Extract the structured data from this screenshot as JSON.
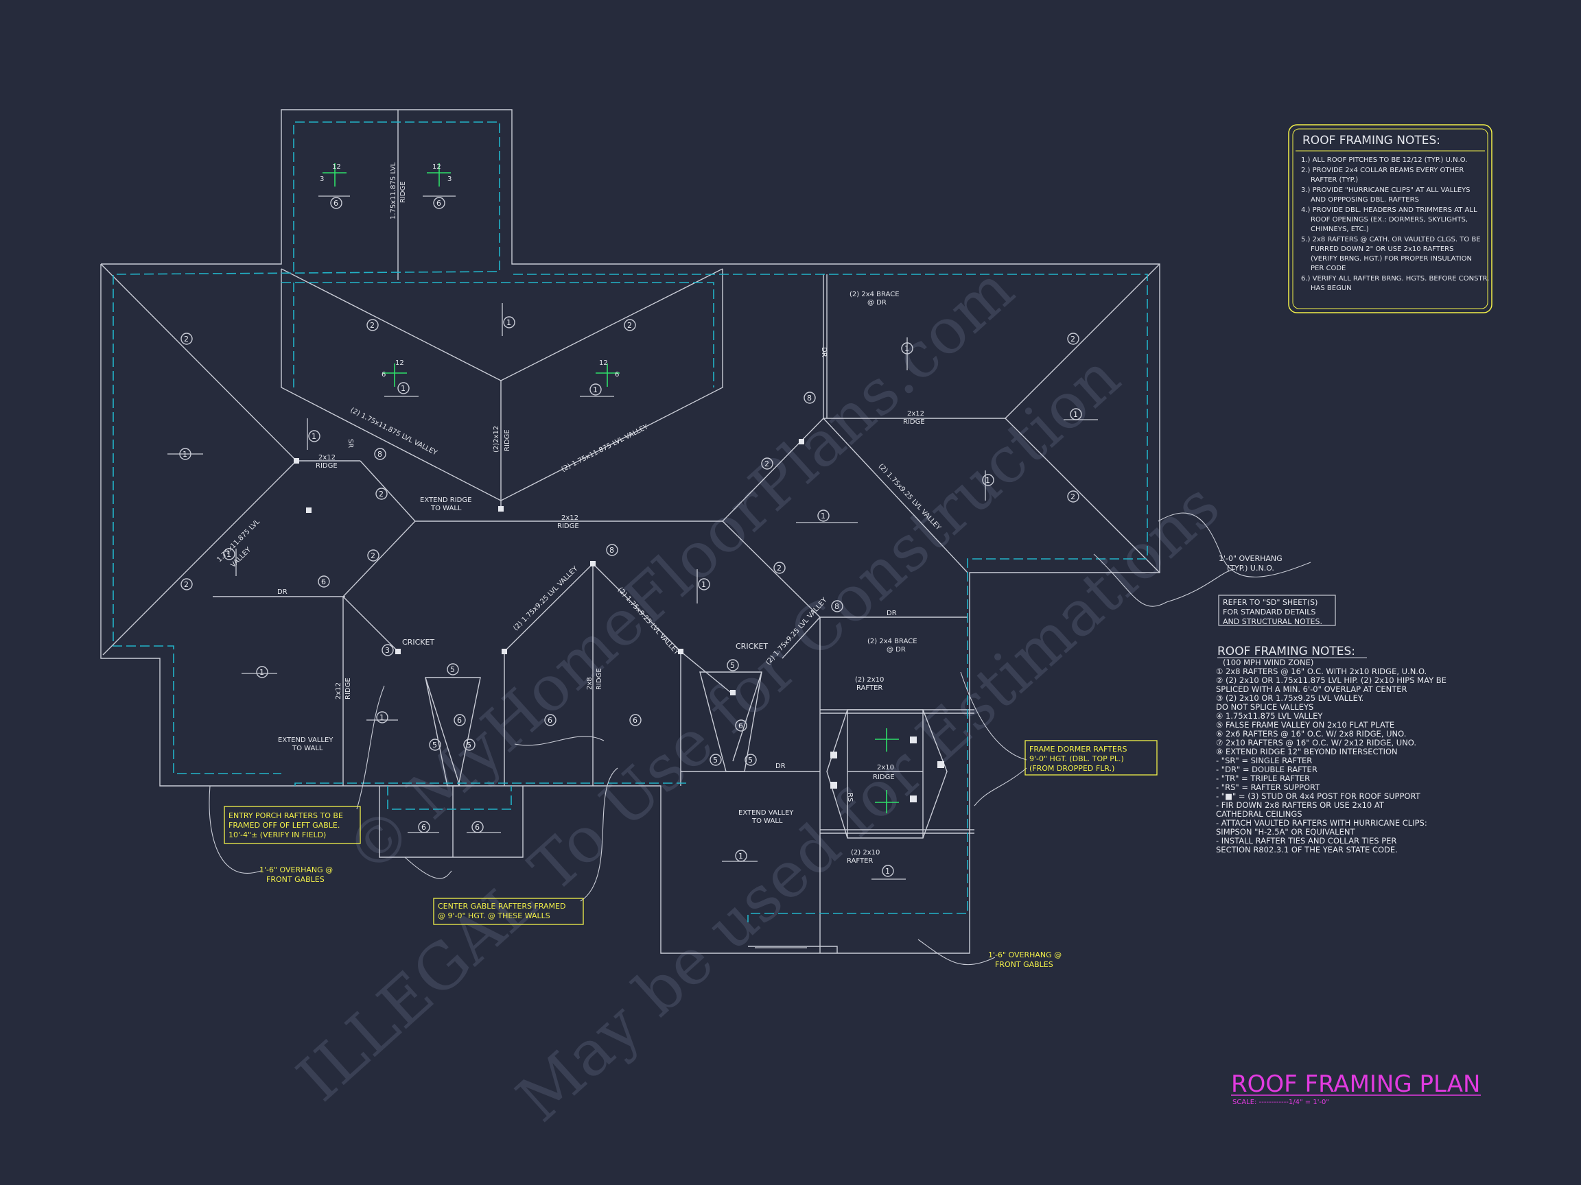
{
  "watermark": {
    "line1": "© MyHomeFloorPlans.com",
    "line2": "ILLEGAL To Use for Construction",
    "line3": "May be used for Estimations"
  },
  "plan_title": {
    "title": "ROOF FRAMING PLAN",
    "scale": "SCALE: ------------1/4\" = 1'-0\""
  },
  "top_notes": {
    "title": "ROOF FRAMING NOTES:",
    "items": [
      "1.) ALL ROOF PITCHES TO BE 12/12 (TYP.) U.N.O.",
      "2.) PROVIDE 2x4 COLLAR BEAMS EVERY OTHER",
      "RAFTER (TYP.)",
      "3.) PROVIDE \"HURRICANE CLIPS\" AT ALL VALLEYS",
      "AND OPPPOSING DBL. RAFTERS",
      "4.) PROVIDE DBL. HEADERS AND TRIMMERS AT ALL",
      "ROOF OPENINGS (EX.: DORMERS, SKYLIGHTS,",
      "CHIMNEYS, ETC.)",
      "5.) 2x8 RAFTERS @ CATH. OR VAULTED CLGS. TO BE",
      "FURRED DOWN 2\" OR USE 2x10 RAFTERS",
      "(VERIFY BRNG. HGT.) FOR PROPER INSULATION",
      "PER CODE",
      "6.) VERIFY ALL RAFTER BRNG. HGTS. BEFORE CONSTR.",
      "HAS BEGUN"
    ]
  },
  "sd_note": [
    "REFER TO \"SD\" SHEET(S)",
    "FOR STANDARD DETAILS",
    "AND STRUCTURAL NOTES."
  ],
  "legend": {
    "title": "ROOF FRAMING NOTES:",
    "subtitle": "(100 MPH WIND ZONE)",
    "items": [
      "① 2x8 RAFTERS @ 16\" O.C. WITH 2x10 RIDGE, U.N.O.",
      "② (2) 2x10 OR 1.75x11.875 LVL HIP. (2) 2x10 HIPS MAY BE",
      "    SPLICED WITH A MIN. 6'-0\" OVERLAP AT CENTER",
      "③ (2) 2x10 OR 1.75x9.25 LVL VALLEY.",
      "    DO NOT SPLICE VALLEYS",
      "④ 1.75x11.875 LVL VALLEY",
      "⑤ FALSE FRAME VALLEY ON 2x10 FLAT PLATE",
      "⑥ 2x6 RAFTERS @ 16\" O.C. W/ 2x8 RIDGE, UNO.",
      "⑦ 2x10 RAFTERS @ 16\" O.C. W/ 2x12 RIDGE, UNO.",
      "⑧ EXTEND RIDGE 12\" BEYOND INTERSECTION",
      "- \"SR\" = SINGLE RAFTER",
      "- \"DR\" = DOUBLE RAFTER",
      "- \"TR\" = TRIPLE RAFTER",
      "- \"RS\" = RAFTER SUPPORT",
      "- \"■\" = (3) STUD OR 4x4 POST FOR ROOF SUPPORT",
      "- FIR DOWN 2x8 RAFTERS OR USE 2x10 AT",
      "    CATHEDRAL CEILINGS",
      "- ATTACH VAULTED RAFTERS WITH HURRICANE CLIPS:",
      "    SIMPSON \"H-2.5A\" OR EQUIVALENT",
      "- INSTALL RAFTER TIES AND COLLAR TIES PER",
      "    SECTION R802.3.1 OF THE YEAR STATE CODE."
    ]
  },
  "callouts": {
    "entry_porch": [
      "ENTRY PORCH RAFTERS TO BE",
      "FRAMED OFF OF LEFT GABLE.",
      "10'-4\"± (VERIFY IN FIELD)"
    ],
    "center_gable": [
      "CENTER GABLE RAFTERS FRAMED",
      "@ 9'-0\" HGT. @ THESE WALLS"
    ],
    "dormer": [
      "FRAME DORMER RAFTERS",
      "9'-0\" HGT. (DBL. TOP PL.)",
      "(FROM DROPPED FLR.)"
    ],
    "overhang_typ": [
      "1'-0\" OVERHANG",
      "(TYP.) U.N.O."
    ],
    "overhang_left": [
      "1'-6\" OVERHANG @",
      "FRONT GABLES"
    ],
    "overhang_right": [
      "1'-6\" OVERHANG @",
      "FRONT GABLES"
    ]
  },
  "labels": {
    "ridge_2x12": "2x12",
    "ridge": "RIDGE",
    "ridge_2x10": "2x10",
    "ridge_2x8": "2x8",
    "lvl_ridge": "1.75x11.875 LVL",
    "dbl_ridge": "(2)2x12",
    "valley_lvl_long": "(2) 1.75x11.875 LVL VALLEY",
    "valley_lvl_short": "(2) 1.75x9.25 LVL VALLEY",
    "valley_word": "VALLEY",
    "extend_ridge": [
      "EXTEND RIDGE",
      "TO WALL"
    ],
    "extend_valley": [
      "EXTEND VALLEY",
      "TO WALL"
    ],
    "brace": [
      "(2) 2x4 BRACE",
      "@ DR"
    ],
    "rafter_2x10": [
      "(2) 2x10",
      "RAFTER"
    ],
    "cricket": "CRICKET",
    "dr": "DR",
    "sr": "SR",
    "rs": "RS",
    "pitch_12": "12",
    "pitch_3": "3",
    "pitch_6": "6",
    "n1": "1",
    "n2": "2",
    "n3": "3",
    "n5": "5",
    "n6": "6",
    "n8": "8"
  },
  "colors": {
    "background": "#262b3c",
    "linework": "#c9ccd6",
    "overhang_dash": "#22b3c8",
    "callout": "#f2f04a",
    "title": "#e23be0",
    "pitch": "#2ee06a"
  }
}
